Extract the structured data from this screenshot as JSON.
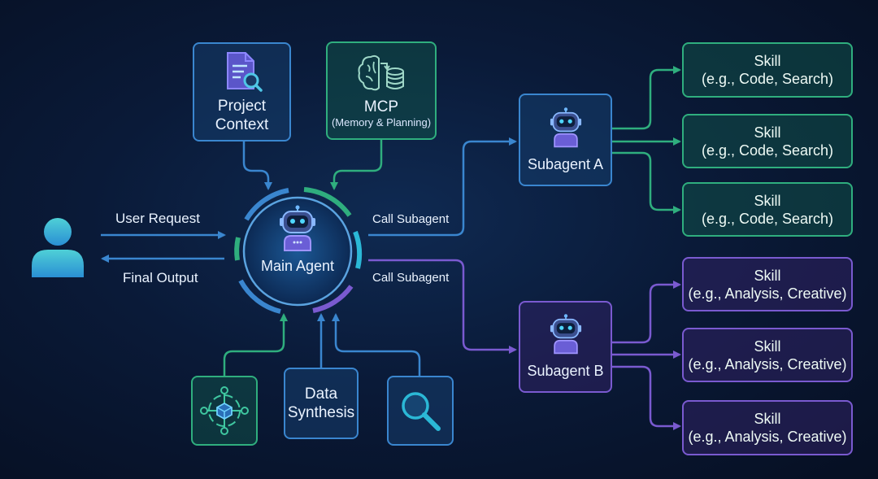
{
  "user": {
    "request_label": "User Request",
    "output_label": "Final Output"
  },
  "main_agent": {
    "label": "Main Agent"
  },
  "inputs_top": {
    "project_context": {
      "line1": "Project",
      "line2": "Context",
      "icon": "document-search-icon"
    },
    "mcp": {
      "line1": "MCP",
      "line2": "(Memory & Planning)",
      "icon": "brain-database-icon"
    }
  },
  "inputs_bottom": {
    "network": {
      "icon": "network-node-icon"
    },
    "data_synthesis": {
      "line1": "Data",
      "line2": "Synthesis"
    },
    "search": {
      "icon": "magnifier-icon"
    }
  },
  "calls": {
    "a": "Call Subagent",
    "b": "Call Subagent"
  },
  "subagents": {
    "a": {
      "label": "Subagent A",
      "icon": "robot-icon"
    },
    "b": {
      "label": "Subagent B",
      "icon": "robot-icon"
    }
  },
  "skills_a": [
    {
      "title": "Skill",
      "detail": "(e.g., Code, Search)"
    },
    {
      "title": "Skill",
      "detail": "(e.g., Code, Search)"
    },
    {
      "title": "Skill",
      "detail": "(e.g., Code, Search)"
    }
  ],
  "skills_b": [
    {
      "title": "Skill",
      "detail": "(e.g., Analysis, Creative)"
    },
    {
      "title": "Skill",
      "detail": "(e.g., Analysis, Creative)"
    },
    {
      "title": "Skill",
      "detail": "(e.g., Analysis, Creative)"
    }
  ],
  "colors": {
    "blue": "#3a86cf",
    "green": "#2fae7e",
    "purple": "#7a5ad0",
    "cyan": "#2bb8d6"
  }
}
